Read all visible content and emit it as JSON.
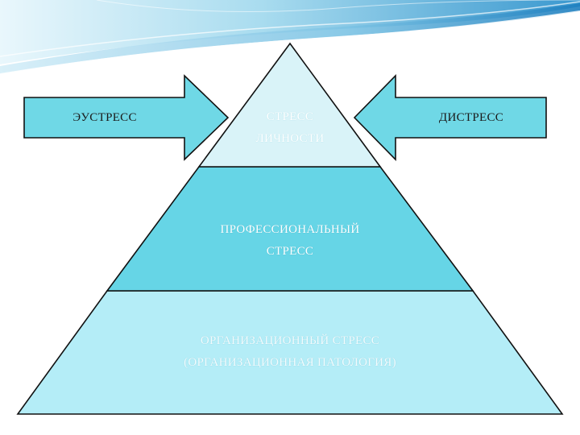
{
  "diagram": {
    "left_arrow_label": "ЭУСТРЕСС",
    "right_arrow_label": "ДИСТРЕСС",
    "pyramid_top": {
      "line1": "СТРЕСС",
      "line2": "ЛИЧНОСТИ"
    },
    "pyramid_middle": {
      "line1": "ПРОФЕССИОНАЛЬНЫЙ",
      "line2": "СТРЕСС"
    },
    "pyramid_bottom": {
      "line1": "ОРГАНИЗАЦИОННЫЙ СТРЕСС",
      "line2": "(ОРГАНИЗАЦИОННАЯ ПАТОЛОГИЯ)"
    }
  },
  "colors": {
    "top_fill": "#d9f3f8",
    "middle_fill": "#66d5e6",
    "bottom_fill": "#b4edf7",
    "arrow_fill": "#6fd8e6",
    "outline": "#111111",
    "banner_light": "#dff4fb",
    "banner_mid": "#8fd1ea",
    "banner_dark": "#2b8fc8"
  }
}
